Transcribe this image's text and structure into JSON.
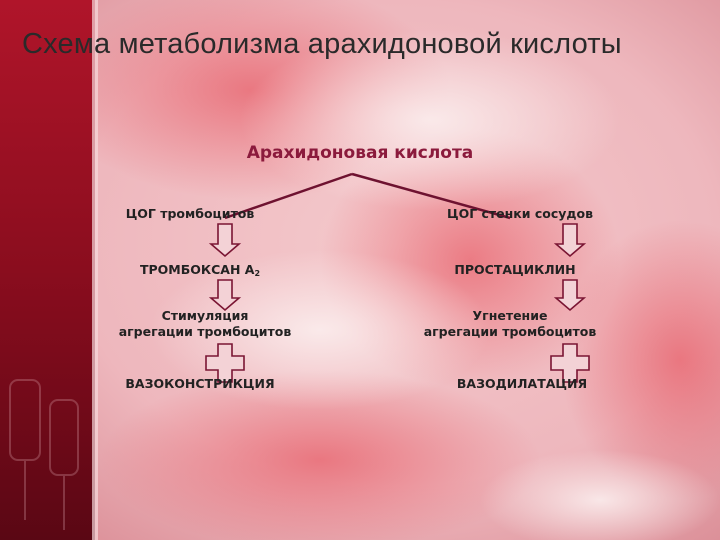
{
  "title": "Схема метаболизма арахидоновой кислоты",
  "root": "Арахидоновая кислота",
  "left": {
    "enzyme": "ЦОГ тромбоцитов",
    "product": "ТРОМБОКСАН А",
    "product_sub": "2",
    "effect_line1": "Стимуляция",
    "effect_line2": "агрегации тромбоцитов",
    "result": "ВАЗОКОНСТРИКЦИЯ"
  },
  "right": {
    "enzyme": "ЦОГ стенки сосудов",
    "product": "ПРОСТАЦИКЛИН",
    "effect_line1": "Угнетение",
    "effect_line2": "агрегации тромбоцитов",
    "result": "ВАЗОДИЛАТАЦИЯ"
  },
  "colors": {
    "root_text": "#8b1a3c",
    "arrow_fill": "#f3d2d6",
    "arrow_stroke": "#7a1533",
    "connector": "#6e1230"
  }
}
